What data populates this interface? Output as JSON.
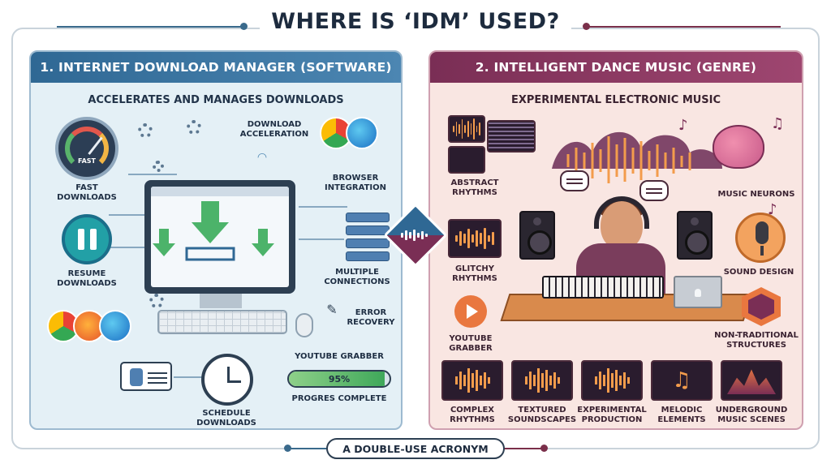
{
  "title": "WHERE IS ‘IDM’ USED?",
  "left_panel": {
    "header": "1. INTERNET DOWNLOAD MANAGER (SOFTWARE)",
    "subtitle": "ACCELERATES AND MANAGES DOWNLOADS",
    "gauge_text": "FAST",
    "labels": {
      "fast_downloads": "FAST\nDOWNLOADS",
      "download_acceleration": "DOWNLOAD\nACCELERATION",
      "browser_integration": "BROWSER\nINTEGRATION",
      "resume_downloads": "RESUME\nDOWNLOADS",
      "multiple_connections": "MULTIPLE\nCONNECTIONS",
      "error_recovery": "ERROR\nRECOVERY",
      "youtube_grabber": "YOUTUBE GRABBER",
      "schedule_downloads": "SCHEDULE\nDOWNLOADS",
      "progress_complete": "PROGRES COMPLETE"
    },
    "progress": {
      "value": 95,
      "label": "95%"
    },
    "colors": {
      "accent": "#2f6894",
      "panel_bg": "#e4f0f6"
    }
  },
  "right_panel": {
    "header": "2. INTELLIGENT DANCE MUSIC (GENRE)",
    "subtitle": "EXPERIMENTAL ELECTRONIC MUSIC",
    "labels": {
      "abstract_rhythms": "ABSTRACT\nRHYTHMS",
      "music_neurons": "MUSIC NEURONS",
      "glitchy_rhythms": "GLITCHY\nRHYTHMS",
      "sound_design": "SOUND DESIGN",
      "youtube_grabber": "YOUTUBE\nGRABBER",
      "non_traditional_structures": "NON-TRADITIONAL\nSTRUCTURES"
    },
    "tiles": [
      {
        "label": "COMPLEX\nRHYTHMS",
        "icon": "waveform-icon"
      },
      {
        "label": "TEXTURED\nSOUNDSCAPES",
        "icon": "waveform-icon"
      },
      {
        "label": "EXPERIMENTAL\nPRODUCTION",
        "icon": "waveform-icon"
      },
      {
        "label": "MELODIC\nELEMENTS",
        "icon": "music-note-icon"
      },
      {
        "label": "UNDERGROUND\nMUSIC SCENES",
        "icon": "crowd-icon"
      }
    ],
    "colors": {
      "accent": "#7a2e55",
      "panel_bg": "#f9e6e2"
    }
  },
  "footer": "A DOUBLE-USE ACRONYM"
}
